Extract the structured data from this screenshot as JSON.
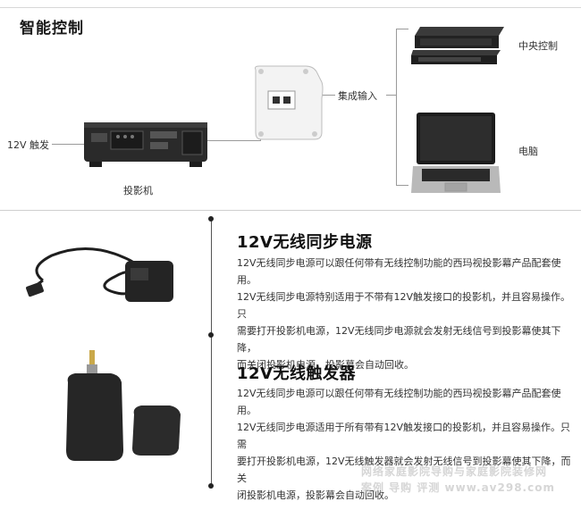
{
  "header": {
    "title": "智能控制"
  },
  "diagram": {
    "trigger_label": "12V 触发",
    "projector_label": "投影机",
    "input_label": "集成输入",
    "central_label": "中央控制",
    "computer_label": "电脑"
  },
  "products": [
    {
      "title": "12V无线同步电源",
      "lines": [
        "12V无线同步电源可以跟任何带有无线控制功能的西玛视投影幕产品配套使用。",
        "12V无线同步电源特别适用于不带有12V触发接口的投影机，并且容易操作。只",
        "需要打开投影机电源，12V无线同步电源就会发射无线信号到投影幕使其下降，",
        "而关闭投影机电源，投影幕会自动回收。"
      ]
    },
    {
      "title": "12V无线触发器",
      "lines": [
        "12V无线同步电源可以跟任何带有无线控制功能的西玛视投影幕产品配套使用。",
        "12V无线同步电源适用于所有带有12V触发接口的投影机，并且容易操作。只需",
        "要打开投影机电源，12V无线触发器就会发射无线信号到投影幕使其下降，而关",
        "闭投影机电源，投影幕会自动回收。"
      ]
    }
  ],
  "watermark": {
    "line1": "网络家庭影院导购与家庭影院装修网",
    "line2": "案例 导购 评测 www.av298.com"
  }
}
